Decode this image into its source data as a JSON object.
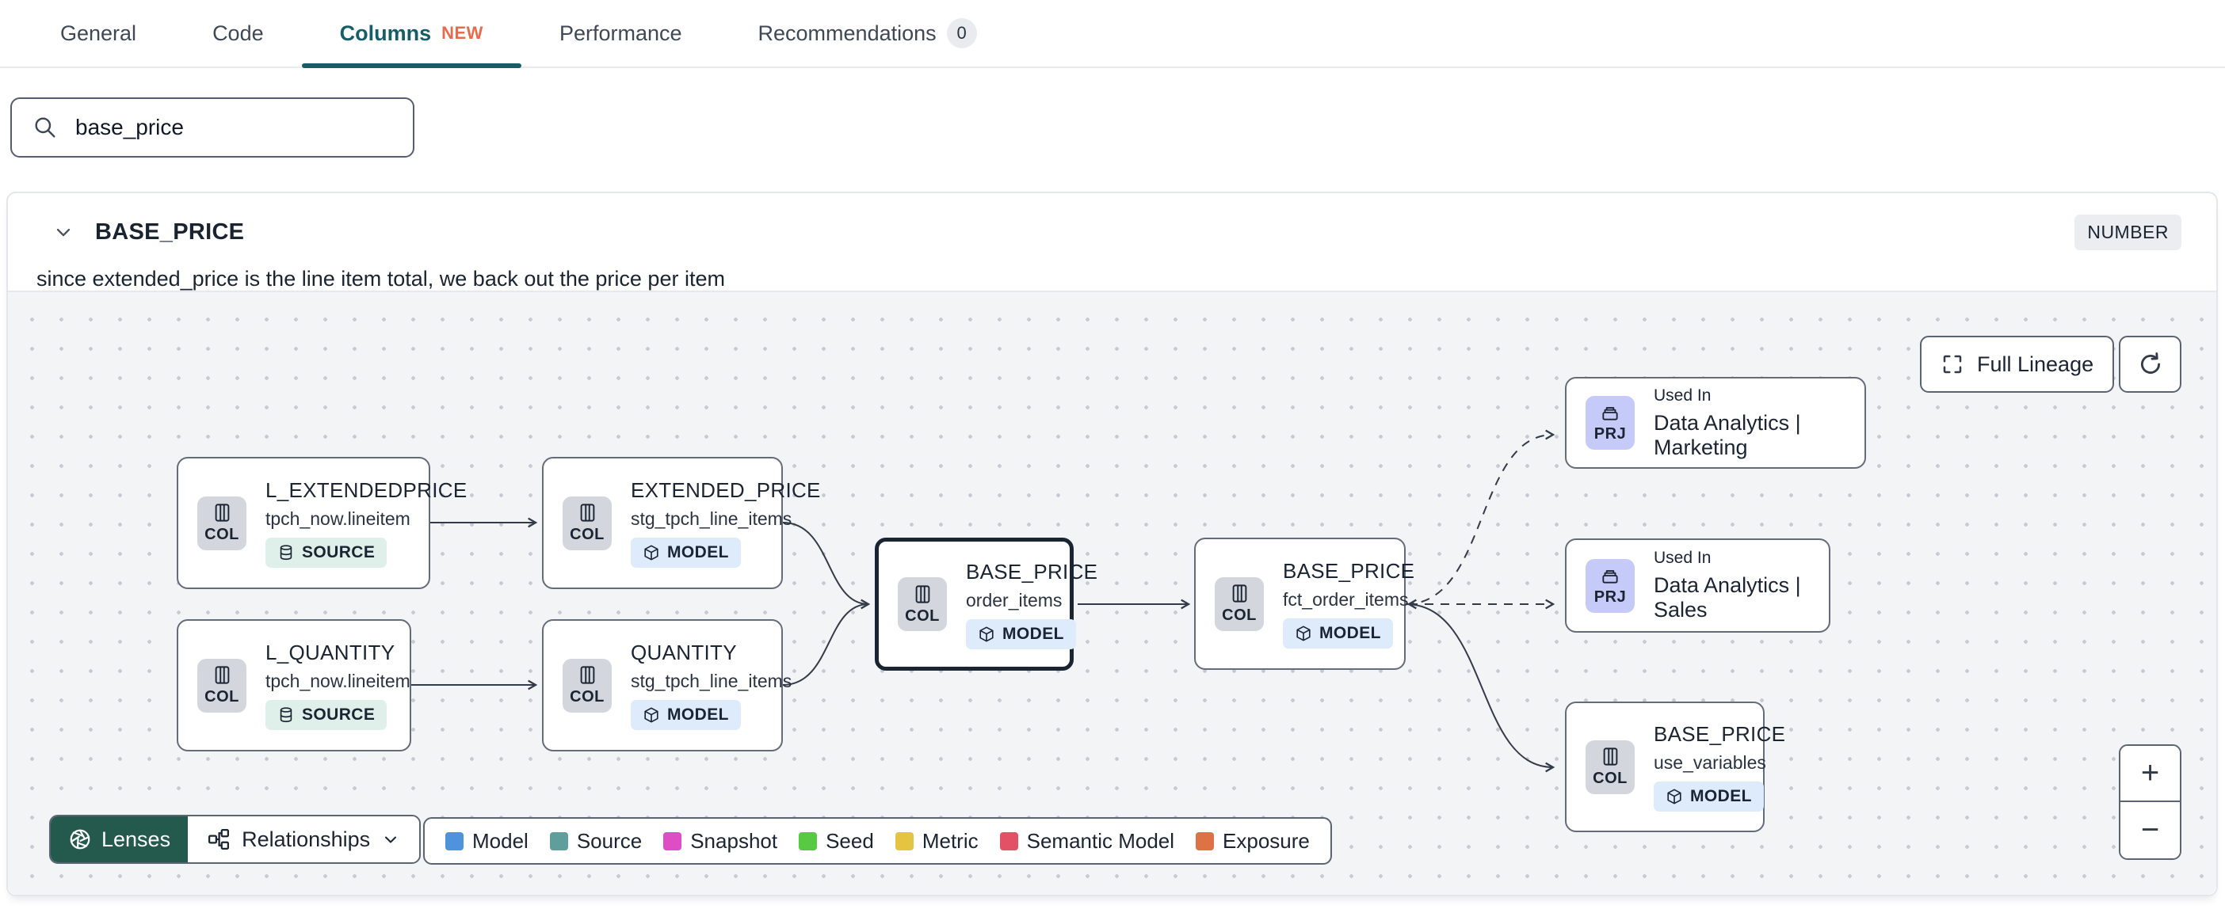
{
  "tabs": {
    "items": [
      {
        "label": "General"
      },
      {
        "label": "Code"
      },
      {
        "label": "Columns",
        "badge": "NEW"
      },
      {
        "label": "Performance"
      },
      {
        "label": "Recommendations",
        "count": "0"
      }
    ]
  },
  "search": {
    "value": "base_price"
  },
  "column_panel": {
    "name": "BASE_PRICE",
    "type_badge": "NUMBER",
    "description": "since extended_price is the line item total, we back out the price per item"
  },
  "lineage": {
    "controls": {
      "full_lineage": "Full Lineage",
      "lenses": "Lenses",
      "relationships": "Relationships",
      "zoom_in": "+",
      "zoom_out": "−"
    },
    "legend": [
      {
        "label": "Model",
        "color": "#4f93dc"
      },
      {
        "label": "Source",
        "color": "#5f9e9a"
      },
      {
        "label": "Snapshot",
        "color": "#de4dc3"
      },
      {
        "label": "Seed",
        "color": "#57c943"
      },
      {
        "label": "Metric",
        "color": "#e4c441"
      },
      {
        "label": "Semantic Model",
        "color": "#e25266"
      },
      {
        "label": "Exposure",
        "color": "#dd7344"
      }
    ],
    "nodes": [
      {
        "icon_label": "COL",
        "title": "L_EXTENDEDPRICE",
        "subtitle": "tpch_now.lineitem",
        "badge": "SOURCE"
      },
      {
        "icon_label": "COL",
        "title": "L_QUANTITY",
        "subtitle": "tpch_now.lineitem",
        "badge": "SOURCE"
      },
      {
        "icon_label": "COL",
        "title": "EXTENDED_PRICE",
        "subtitle": "stg_tpch_line_items",
        "badge": "MODEL"
      },
      {
        "icon_label": "COL",
        "title": "QUANTITY",
        "subtitle": "stg_tpch_line_items",
        "badge": "MODEL"
      },
      {
        "icon_label": "COL",
        "title": "BASE_PRICE",
        "subtitle": "order_items",
        "badge": "MODEL"
      },
      {
        "icon_label": "COL",
        "title": "BASE_PRICE",
        "subtitle": "fct_order_items",
        "badge": "MODEL"
      },
      {
        "icon_label": "PRJ",
        "title": "Used In",
        "subtitle": "Data Analytics | Marketing"
      },
      {
        "icon_label": "PRJ",
        "title": "Used In",
        "subtitle": "Data Analytics | Sales"
      },
      {
        "icon_label": "COL",
        "title": "BASE_PRICE",
        "subtitle": "use_variables",
        "badge": "MODEL"
      }
    ]
  }
}
